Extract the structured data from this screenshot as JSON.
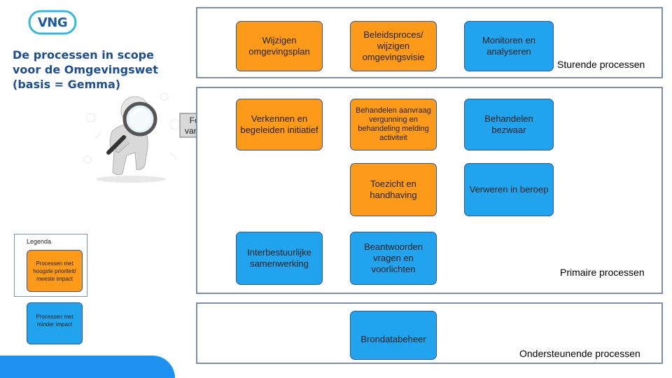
{
  "logo": {
    "text": "VNG"
  },
  "title": "De processen in scope voor de Omgevingswet (basis = Gemma)",
  "focus_label": "Focus vandaag",
  "sections": {
    "sturende": "Sturende processen",
    "primaire": "Primaire processen",
    "ondersteunende": "Ondersteunende processen"
  },
  "boxes": {
    "wijzigen_omgevingsplan": "Wijzigen omgevingsplan",
    "beleidsproces": "Beleidsproces/ wijzigen omgevingsvisie",
    "monitoren": "Monitoren en analyseren",
    "verkennen": "Verkennen en begeleiden initiatief",
    "behandelen_aanvraag": "Behandelen aanvraag vergunning en behandeling melding activiteit",
    "behandelen_bezwaar": "Behandelen bezwaar",
    "toezicht": "Toezicht en handhaving",
    "verweren": "Verweren in beroep",
    "interbestuurlijke": "Interbestuurlijke samenwerking",
    "beantwoorden": "Beantwoorden vragen en voorlichten",
    "brondatabeheer": "Brondatabeheer"
  },
  "legend": {
    "title": "Legenda",
    "high": "Processen met hoogste prioriteit/ meeste impact",
    "low": "Processen met minder impact"
  },
  "colors": {
    "orange": "#fd9a1a",
    "blue": "#22a3ee",
    "title": "#1f4e8c",
    "panel_border": "#7f8fa6"
  }
}
